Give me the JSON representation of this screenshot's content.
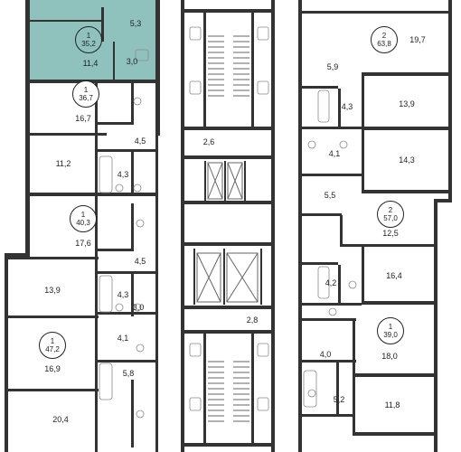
{
  "colors": {
    "highlight": "#8fc1bd",
    "wall": "#333333"
  },
  "apartments": [
    {
      "id": "a1",
      "count": "1",
      "area": "35,2",
      "highlighted": true
    },
    {
      "id": "a2",
      "count": "1",
      "area": "36,7"
    },
    {
      "id": "a3",
      "count": "1",
      "area": "40,3"
    },
    {
      "id": "a4",
      "count": "1",
      "area": "47,2"
    },
    {
      "id": "a5",
      "count": "2",
      "area": "63,8"
    },
    {
      "id": "a6",
      "count": "2",
      "area": "57,0"
    },
    {
      "id": "a7",
      "count": "1",
      "area": "39,0"
    }
  ],
  "rooms": [
    "5,3",
    "11,4",
    "3,0",
    "16,7",
    "4,5",
    "11,2",
    "4,3",
    "17,6",
    "4,5",
    "13,9",
    "4,3",
    "3,0",
    "4,1",
    "16,9",
    "5,8",
    "20,4",
    "2,6",
    "2,8",
    "19,7",
    "5,9",
    "4,3",
    "13,9",
    "4,1",
    "14,3",
    "5,5",
    "12,5",
    "16,4",
    "4,2",
    "4,0",
    "18,0",
    "5,2",
    "11,8"
  ]
}
